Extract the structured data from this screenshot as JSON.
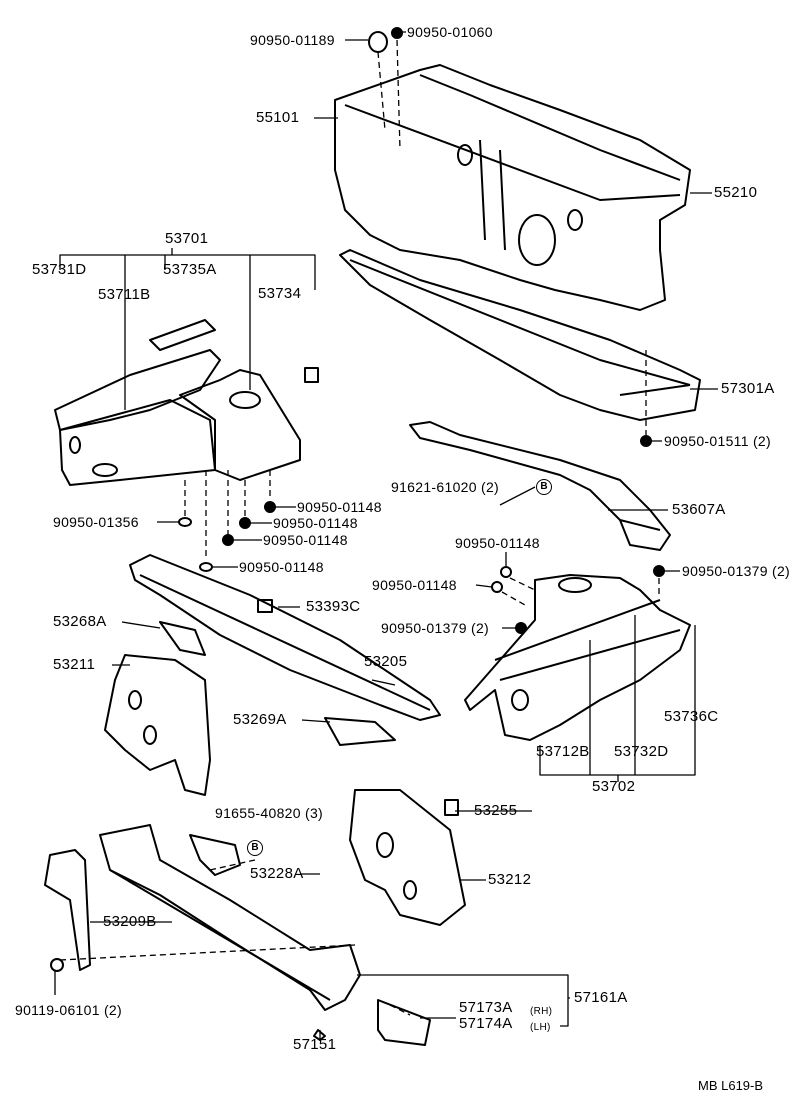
{
  "diagram_code": "MB  L619-B",
  "colors": {
    "line": "#000000",
    "background": "#ffffff"
  },
  "labels": {
    "p90950_01189": "90950-01189",
    "p90950_01060": "90950-01060",
    "p55101": "55101",
    "p55210": "55210",
    "p53701": "53701",
    "p53731D": "53731D",
    "p53735A": "53735A",
    "p53711B": "53711B",
    "p53734": "53734",
    "p57301A": "57301A",
    "p90950_01511": "90950-01511 (2)",
    "p91621_61020": "91621-61020 (2)",
    "p53607A": "53607A",
    "p90950_01148_a": "90950-01148",
    "p90950_01148_b": "90950-01148",
    "p90950_01148_c": "90950-01148",
    "p90950_01148_d": "90950-01148",
    "p90950_01356": "90950-01356",
    "p90950_01148_e": "90950-01148",
    "p90950_01148_f": "90950-01148",
    "p90950_01379_a": "90950-01379 (2)",
    "p90950_01379_b": "90950-01379 (2)",
    "p53393C": "53393C",
    "p53268A": "53268A",
    "p53211": "53211",
    "p53205": "53205",
    "p53269A": "53269A",
    "p53736C": "53736C",
    "p53712B": "53712B",
    "p53732D": "53732D",
    "p53702": "53702",
    "p91655_40820": "91655-40820 (3)",
    "p53255": "53255",
    "p53228A": "53228A",
    "p53212": "53212",
    "p53209B": "53209B",
    "p90119_06101": "90119-06101 (2)",
    "p57161A": "57161A",
    "p57173A": "57173A",
    "p57173A_side": "(RH)",
    "p57174A": "57174A",
    "p57174A_side": "(LH)",
    "p57151": "57151"
  },
  "callouts": {
    "b1": "B",
    "b2": "B"
  }
}
